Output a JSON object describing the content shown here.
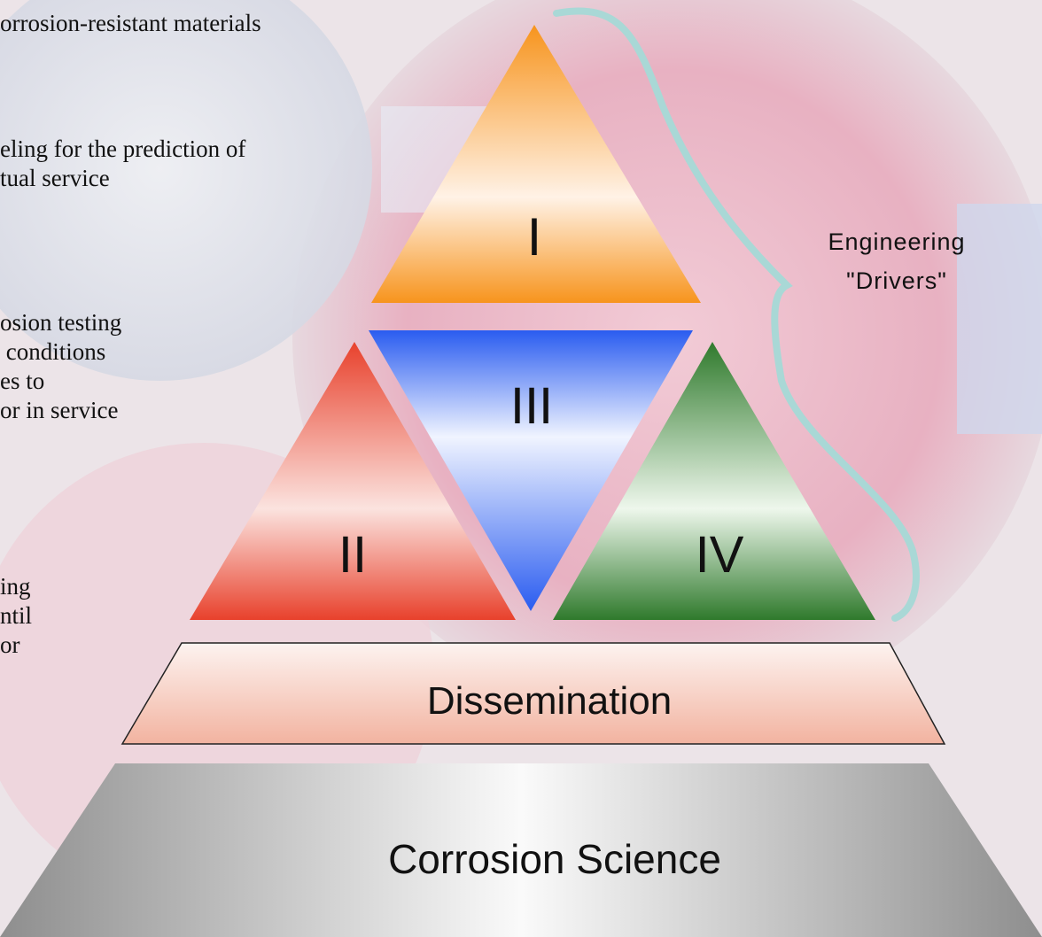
{
  "left_text_blocks": [
    {
      "lines": [
        "orrosion-resistant materials"
      ]
    },
    {
      "lines": [
        "eling for the prediction of",
        "tual service"
      ]
    },
    {
      "lines": [
        "osion testing",
        " conditions",
        "es to",
        "or in service"
      ]
    },
    {
      "lines": [
        "ing",
        "ntil",
        "or"
      ]
    }
  ],
  "triangles": {
    "top": {
      "label": "I",
      "color": "#f7941d"
    },
    "left": {
      "label": "II",
      "color": "#e8412c"
    },
    "middle": {
      "label": "III",
      "color": "#2a5cf0"
    },
    "right": {
      "label": "IV",
      "color": "#2f7a2c"
    }
  },
  "brace": {
    "label_line1": "Engineering",
    "label_line2": "\"Drivers\"",
    "color": "#a9d8d6"
  },
  "dissemination": {
    "label": "Dissemination",
    "color": "#f2b3a0"
  },
  "corrosion_science": {
    "label": "Corrosion Science",
    "color": "#9a9a9a"
  }
}
